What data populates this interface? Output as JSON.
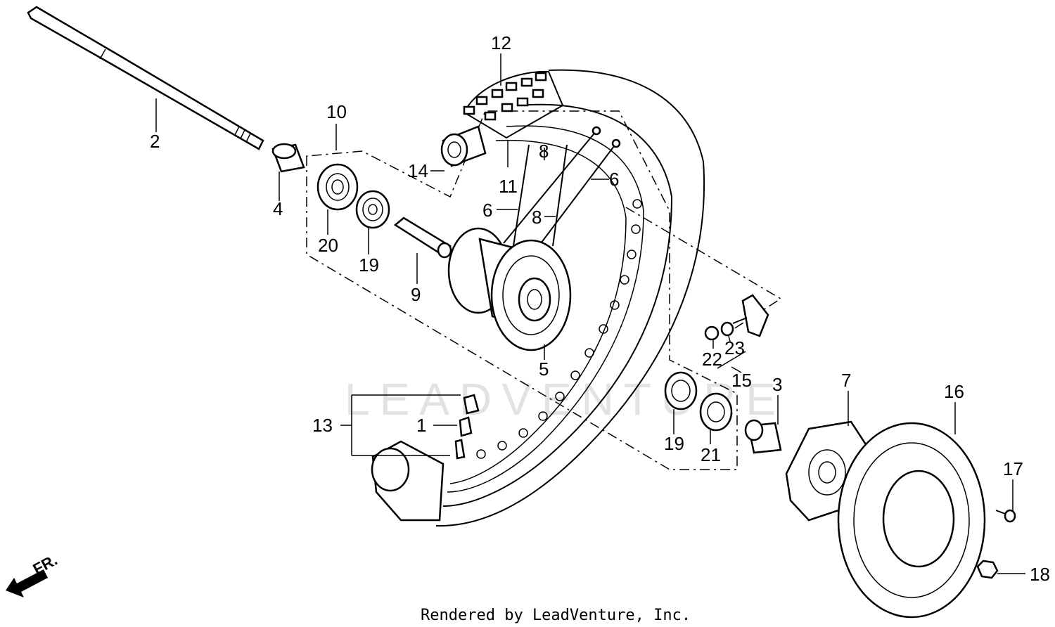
{
  "callouts": {
    "c1": "1",
    "c2": "2",
    "c3": "3",
    "c4": "4",
    "c5": "5",
    "c6a": "6",
    "c6b": "6",
    "c7": "7",
    "c8a": "8",
    "c8b": "8",
    "c9": "9",
    "c10": "10",
    "c11": "11",
    "c12": "12",
    "c13": "13",
    "c14": "14",
    "c15": "15",
    "c16": "16",
    "c17": "17",
    "c18": "18",
    "c19a": "19",
    "c19b": "19",
    "c20": "20",
    "c21": "21",
    "c22": "22",
    "c23": "23"
  },
  "direction_label": "FR.",
  "watermark": "LEADVENTURE",
  "footer": "Rendered by LeadVenture, Inc."
}
